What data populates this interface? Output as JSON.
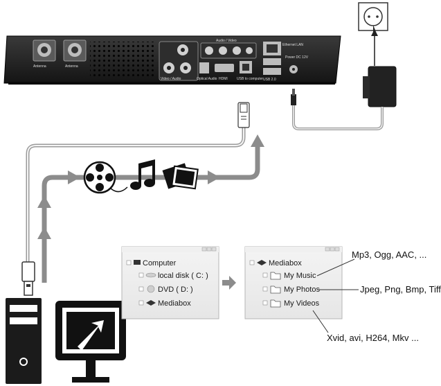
{
  "device": {
    "ports": {
      "antenna_1": "Antenna",
      "antenna_2": "Antenna",
      "audio_video": "Audio / Video",
      "video_audio": "Video / Audio",
      "optical": "Optical Audio",
      "hdmi": "HDMI",
      "usb_to_computer": "USB to computer",
      "ethernet": "Ethernet LAN",
      "usb_host": "USB 2.0",
      "power": "Power DC 12V"
    }
  },
  "explorer_left": {
    "root": "Computer",
    "items": [
      "local disk ( C: )",
      "DVD ( D: )",
      "Mediabox"
    ]
  },
  "explorer_right": {
    "root": "Mediabox",
    "items": [
      "My Music",
      "My Photos",
      "My Videos"
    ]
  },
  "annotations": {
    "music": "Mp3, Ogg, AAC,  ...",
    "photos": "Jpeg, Png, Bmp, Tiff ...",
    "videos": "Xvid, avi, H264, Mkv ..."
  },
  "icons": [
    "film-reel-icon",
    "music-note-icon",
    "photos-icon",
    "power-outlet-icon",
    "power-adapter-icon",
    "usb-plug-icon",
    "computer-tower-icon",
    "monitor-icon",
    "arrow-right-icon"
  ],
  "colors": {
    "arrow_gray": "#8c8c8c",
    "device_black": "#1e1e1e",
    "window_border": "#b5b5b5"
  }
}
